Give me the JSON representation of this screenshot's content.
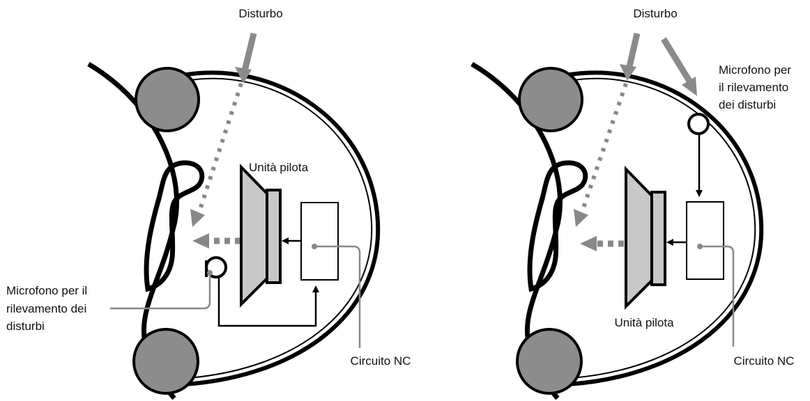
{
  "colors": {
    "stroke": "#000000",
    "gray_stroke": "#8a8a8a",
    "dot_arrow": "#888888",
    "pad_fill": "#8c8c8c",
    "driver_fill": "#c8c8c8",
    "background": "#ffffff"
  },
  "left_diagram": {
    "disturbance_label": "Disturbo",
    "driver_label": "Unità pilota",
    "mic_label": [
      "Microfono per il",
      "rilevamento dei",
      "disturbi"
    ],
    "circuit_label": "Circuito NC"
  },
  "right_diagram": {
    "disturbance_label": "Disturbo",
    "driver_label": "Unità pilota",
    "mic_label": [
      "Microfono per",
      "il rilevamento",
      "dei disturbi"
    ],
    "circuit_label": "Circuito NC"
  }
}
